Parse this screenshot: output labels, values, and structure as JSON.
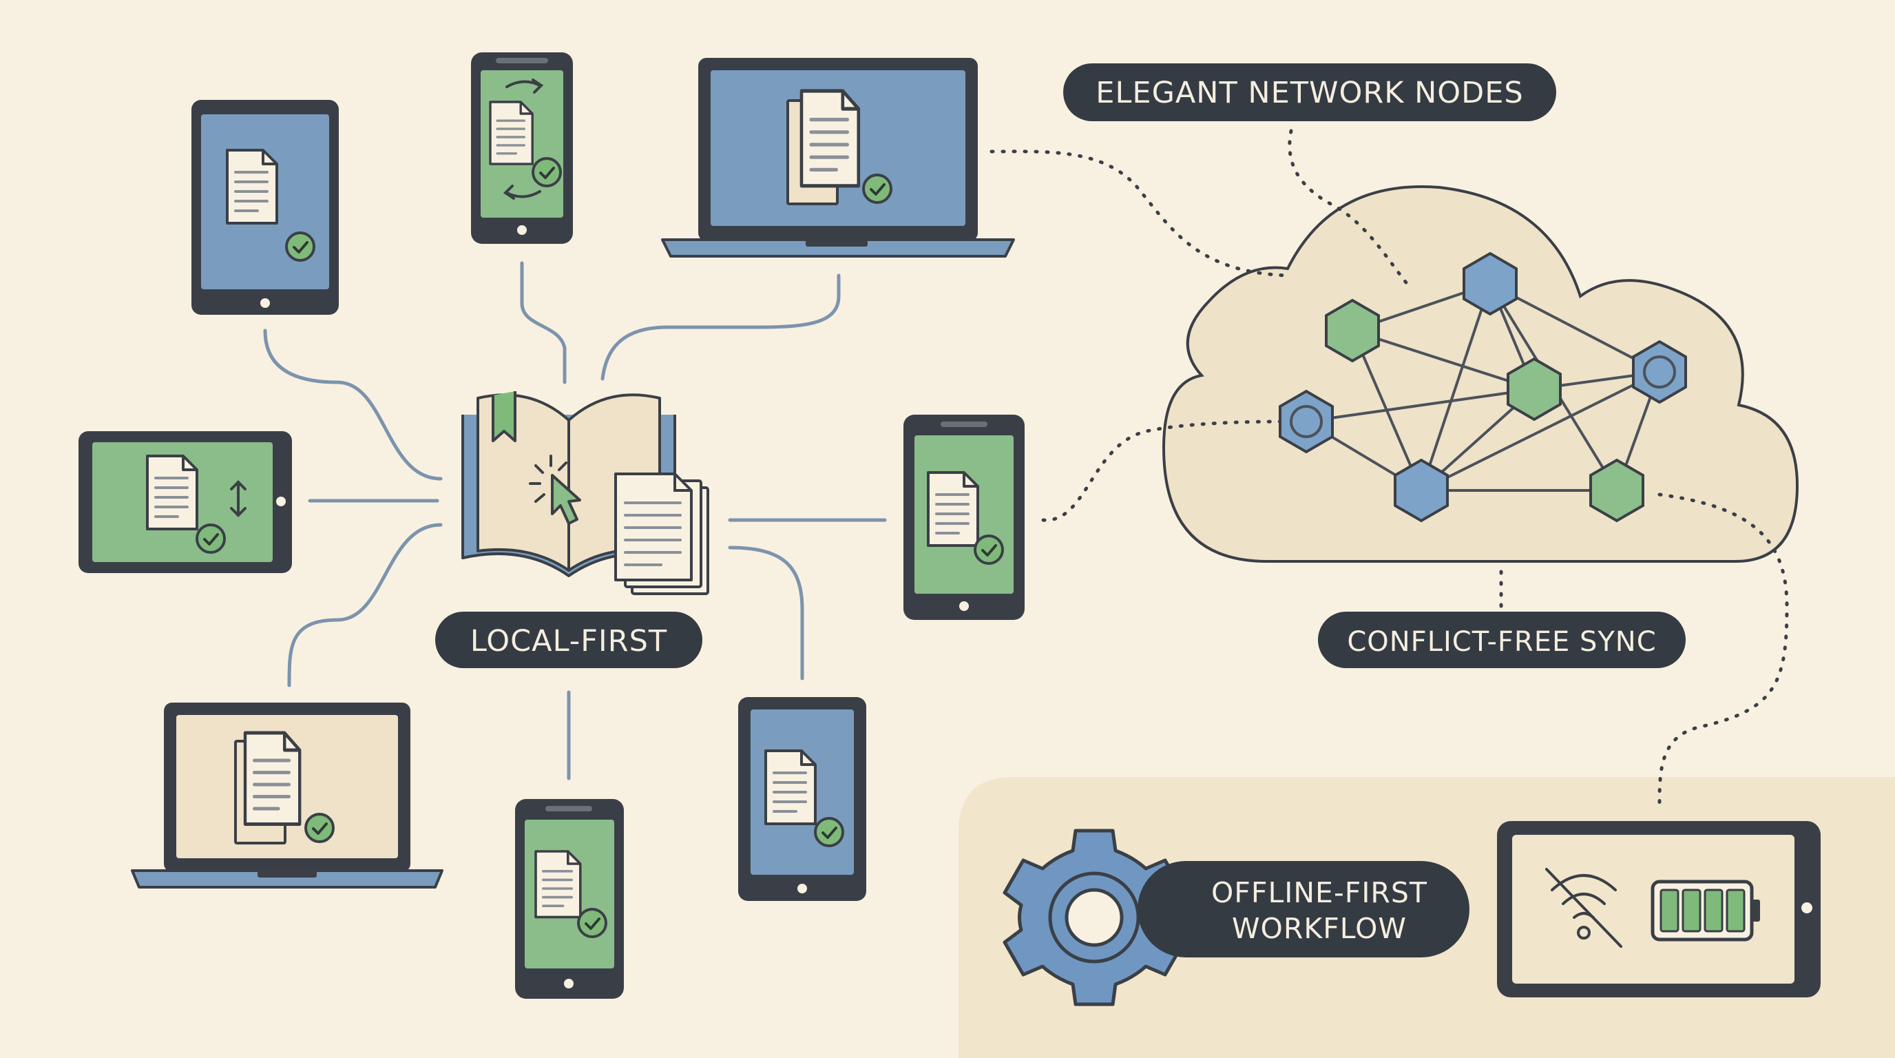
{
  "labels": {
    "local_first": "LOCAL-FIRST",
    "network_nodes": "ELEGANT NETWORK NODES",
    "sync": "CONFLICT-FREE SYNC",
    "offline_line1": "OFFLINE-FIRST",
    "offline_line2": "WORKFLOW"
  },
  "colors": {
    "background": "#f8f1e2",
    "outline": "#3b3f46",
    "screen_blue": "#7a9dbf",
    "screen_green": "#8bbd8a",
    "screen_beige": "#efe2c8",
    "cloud_fill": "#eee2c9",
    "node_blue": "#7ea3c8",
    "node_green": "#8cbf8c",
    "connector": "#7d93ad",
    "pill": "#343b43",
    "check_green": "#7fba7b"
  },
  "icons": {
    "hub": "open-book-with-cursor-icon",
    "document": "document-icon",
    "check": "check-circle-icon",
    "gear": "gear-icon",
    "wifi_off": "wifi-off-icon",
    "battery": "battery-full-icon",
    "sync_arrows": "sync-arrows-icon"
  }
}
